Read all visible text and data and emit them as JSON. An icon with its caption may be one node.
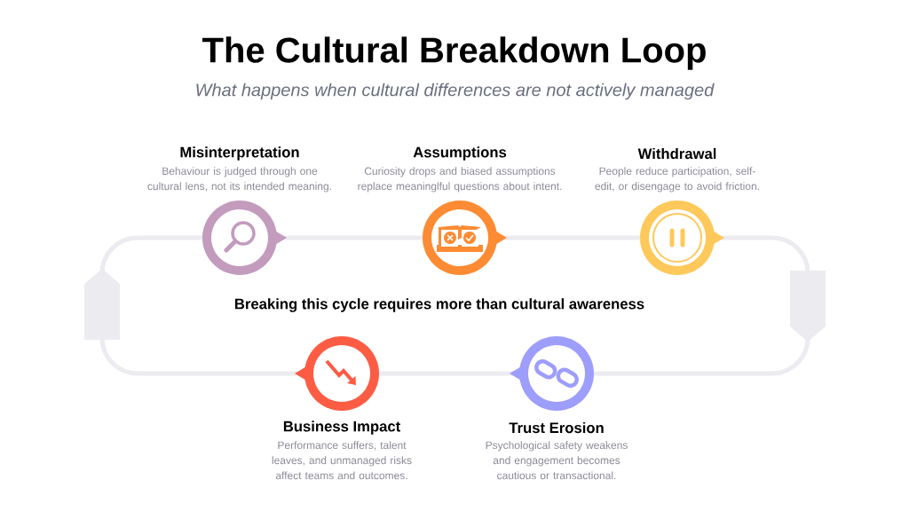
{
  "diagram": {
    "title": "The Cultural Breakdown Loop",
    "nodes": [
      {
        "text": [
          "Misinterpretation",
          "Behaviour is judged through one cultural lens, not its intended meaning."
        ]
      },
      {
        "text": [
          "Assumptions",
          "Curiosity drops and biased assumptions replace meaninglful questions about intent."
        ]
      },
      {
        "text": [
          "Withdrawal",
          "People reduce participation, self-edit, or disengage to avoid friction."
        ]
      },
      {
        "text": [
          "Business Impact",
          "Performance suffers, talent leaves, and unmanaged risks affect teams and outcomes."
        ]
      },
      {
        "text": [
          "Trust Erosion",
          "Psychological safety weakens and engagement becomes cautious or transactional."
        ]
      }
    ],
    "edges": [
      {
        "from": 0,
        "to": 1,
        "arrow": "to"
      },
      {
        "from": 1,
        "to": 2,
        "arrow": "to"
      },
      {
        "from": 2,
        "to": 4,
        "arrow": "to"
      },
      {
        "from": 4,
        "to": 3,
        "arrow": "to"
      },
      {
        "from": 3,
        "to": 0,
        "arrow": "to"
      }
    ],
    "labels": [
      "What happens when cultural differences are not actively managed",
      "Breaking this cycle requires more than cultural awareness"
    ]
  }
}
